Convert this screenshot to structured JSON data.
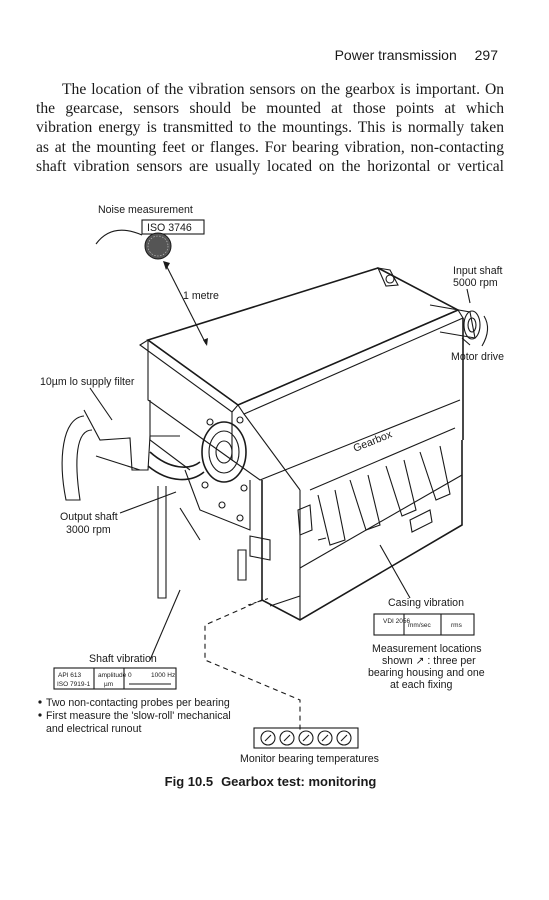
{
  "header": {
    "running_title": "Power transmission",
    "page_number": "297"
  },
  "paragraph": [
    "The location of the vibration sensors on the gearbox is important. On",
    "the gearcase, sensors should be mounted at those points at which",
    "vibration energy is transmitted to the mountings. This is normally taken",
    "as at the mounting feet or flanges. For bearing vibration, non-contacting",
    "shaft vibration sensors are usually located on the horizontal or vertical"
  ],
  "figure": {
    "noise_measurement": "Noise measurement",
    "iso_3746": "ISO 3746",
    "one_metre": "1 metre",
    "input_shaft": "Input shaft",
    "input_rpm": "5000 rpm",
    "motor_drive": "Motor drive",
    "lo_filter": "10µm lo supply filter",
    "output_shaft": "Output shaft",
    "output_rpm": "3000 rpm",
    "gearbox": "Gearbox",
    "casing_vibration": "Casing vibration",
    "casing_table": [
      "VDI 2056",
      "mm/sec",
      "rms"
    ],
    "measurement_locations": [
      "Measurement locations",
      "shown ↗ : three per",
      "bearing housing and one",
      "at each fixing"
    ],
    "shaft_vibration": "Shaft vibration",
    "shaft_table": [
      "API 613",
      "ISO 7919-1",
      "amplitude",
      "µm",
      "0",
      "1000 Hz"
    ],
    "bullets": [
      "Two non-contacting probes per bearing",
      "First measure the 'slow-roll' mechanical",
      "and electrical runout"
    ],
    "monitor_bearing_temps": "Monitor bearing temperatures"
  },
  "caption": {
    "number": "Fig 10.5",
    "title": "Gearbox test: monitoring"
  }
}
